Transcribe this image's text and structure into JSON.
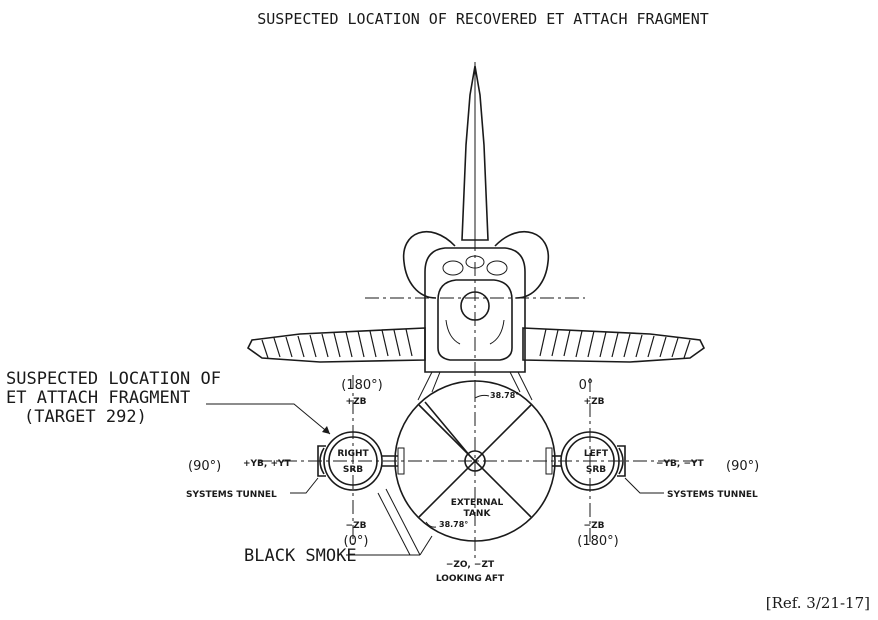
{
  "title": "SUSPECTED LOCATION OF RECOVERED ET ATTACH FRAGMENT",
  "callout": {
    "line1": "SUSPECTED LOCATION OF",
    "line2": "ET ATTACH FRAGMENT",
    "line3": "(TARGET 292)"
  },
  "right_srb": {
    "name_top": "RIGHT",
    "name_bottom": "SRB",
    "angle_top": "(180°)",
    "axis_top": "+ZB",
    "angle_side": "(90°)",
    "axis_side": "+YB, +YT",
    "axis_bottom": "−ZB",
    "angle_bottom": "(0°)",
    "tunnel": "SYSTEMS TUNNEL"
  },
  "left_srb": {
    "name_top": "LEFT",
    "name_bottom": "SRB",
    "angle_top": "0°",
    "axis_top": "+ZB",
    "angle_side": "(90°)",
    "axis_side": "−YB, −YT",
    "axis_bottom": "−ZB",
    "angle_bottom": "(180°)",
    "tunnel": "SYSTEMS TUNNEL"
  },
  "external_tank": {
    "line1": "EXTERNAL",
    "line2": "TANK",
    "angle_top": "38.78°",
    "angle_bottom": "38.78°"
  },
  "black_smoke": "BLACK SMOKE",
  "view": {
    "axis": "−ZO, −ZT",
    "caption": "LOOKING AFT"
  },
  "reference": "[Ref. 3/21-17]"
}
